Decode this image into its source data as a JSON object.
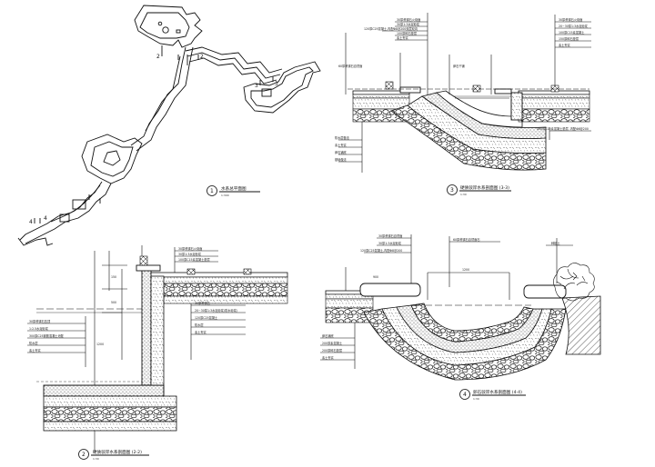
{
  "drawing": {
    "views": [
      {
        "number": "1",
        "title": "水系总平面图",
        "scale": "1:300"
      },
      {
        "number": "2",
        "title": "硬质驳岸水系剖面图 (2-2)",
        "scale": "1:30"
      },
      {
        "number": "3",
        "title": "硬质驳岸水系剖面图 (3-3)",
        "scale": "1:30"
      },
      {
        "number": "4",
        "title": "卵石驳岸水系剖面图 (4-4)",
        "scale": "1:30"
      }
    ],
    "section3": {
      "top_left": [
        "30厚黄锈石火烧面",
        "30厚1:3水泥砂浆",
        "120厚C25混凝土,内配Φ8@200双层双向",
        "100厚碎石垫层",
        "素土夯实"
      ],
      "mid_left": "60厚黄锈石自然面",
      "mid_center": "卵石干铺",
      "top_right": [
        "30厚黄锈石火烧面",
        "20~30厚1:3水泥砂浆",
        "100厚C15素混凝土",
        "150厚碎石垫层",
        "素土夯实"
      ],
      "bottom_left": [
        "防水层做法",
        "素土夯实",
        "卵石铺底",
        "基础做法"
      ],
      "bottom_right": "400厚C15素混凝土垫层, 内配Φ8@200"
    },
    "section2": {
      "top": [
        "30厚黄锈石火烧面",
        "30厚1:3水泥砂浆",
        "100厚C15素混凝土垫层"
      ],
      "left": [
        "30厚黄锈石压顶",
        "1:2.5水泥砂浆",
        "300厚C25钢筋混凝土池壁",
        "防水层",
        "素土夯实"
      ],
      "right": [
        "30厚黄锈石",
        "20~30厚1:3水泥砂浆(防水砂浆)",
        "120厚C25混凝土",
        "防水层",
        "素土夯实"
      ],
      "dims": [
        "150",
        "500",
        "1200"
      ]
    },
    "section4": {
      "top_left": [
        "30厚黄锈石自然面",
        "30厚1:3水泥砂浆",
        "120厚C25混凝土,内配Φ8@200"
      ],
      "top_center": "60厚黄锈石自然面石",
      "top_right": "种植土",
      "bottom_left": [
        "卵石铺底",
        "200厚素混凝土",
        "200厚碎石垫层",
        "素土夯实"
      ],
      "dims": [
        "900",
        "1200"
      ]
    },
    "plan": {
      "marks": [
        "2",
        "2",
        "3",
        "3",
        "4",
        "4"
      ]
    }
  }
}
